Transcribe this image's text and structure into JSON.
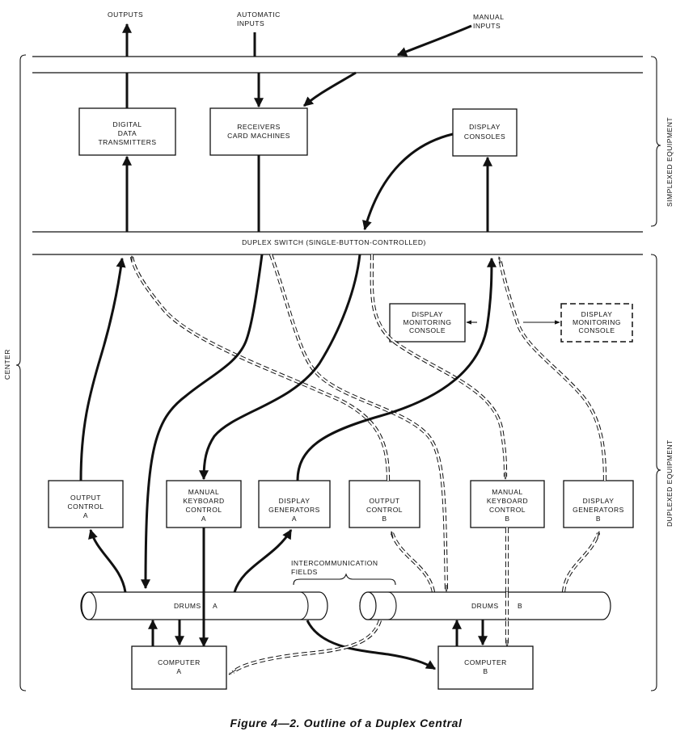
{
  "external": {
    "outputs": "OUTPUTS",
    "automatic_inputs": [
      "AUTOMATIC",
      "INPUTS"
    ],
    "manual_inputs": [
      "MANUAL",
      "INPUTS"
    ]
  },
  "simplexed": {
    "digital_data_transmitters": [
      "DIGITAL",
      "DATA",
      "TRANSMITTERS"
    ],
    "receivers_card_machines": [
      "RECEIVERS",
      "CARD  MACHINES"
    ],
    "display_consoles": [
      "DISPLAY",
      "CONSOLES"
    ]
  },
  "duplex_switch": "DUPLEX  SWITCH  (SINGLE-BUTTON-CONTROLLED)",
  "monitoring": {
    "active": [
      "DISPLAY",
      "MONITORING",
      "CONSOLE"
    ],
    "standby": [
      "DISPLAY",
      "MONITORING",
      "CONSOLE"
    ]
  },
  "duplexed": {
    "output_control_a": [
      "OUTPUT",
      "CONTROL",
      "A"
    ],
    "manual_keyboard_control_a": [
      "MANUAL",
      "KEYBOARD",
      "CONTROL",
      "A"
    ],
    "display_generators_a": [
      "DISPLAY",
      "GENERATORS",
      "A"
    ],
    "output_control_b": [
      "OUTPUT",
      "CONTROL",
      "B"
    ],
    "manual_keyboard_control_b": [
      "MANUAL",
      "KEYBOARD",
      "CONTROL",
      "B"
    ],
    "display_generators_b": [
      "DISPLAY",
      "GENERATORS",
      "B"
    ]
  },
  "intercommunication": [
    "INTERCOMMUNICATION",
    "FIELDS"
  ],
  "drums": {
    "a_label": "DRUMS",
    "a_suffix": "A",
    "b_label": "DRUMS",
    "b_suffix": "B"
  },
  "computers": {
    "a": [
      "COMPUTER",
      "A"
    ],
    "b": [
      "COMPUTER",
      "B"
    ]
  },
  "brackets": {
    "simplexed": "SIMPLEXED EQUIPMENT",
    "duplexed": "DUPLEXED EQUIPMENT",
    "center": "CENTER"
  },
  "caption": "Figure 4—2. Outline of a Duplex Central"
}
